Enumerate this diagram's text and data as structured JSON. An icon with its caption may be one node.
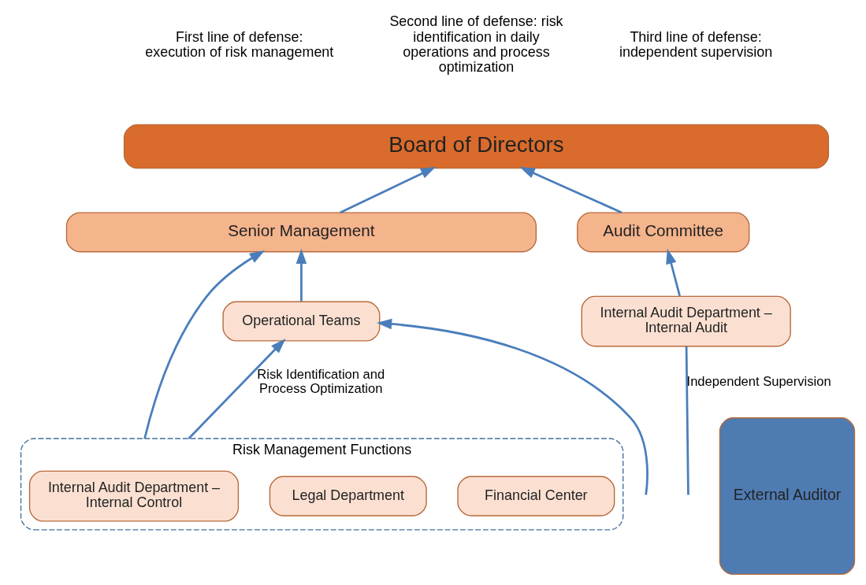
{
  "diagram": {
    "nodes": [
      {
        "text": [
          "Board of Directors"
        ]
      },
      {
        "text": [
          "Senior Management"
        ]
      },
      {
        "text": [
          "Audit Committee"
        ]
      },
      {
        "text": [
          "External Auditor"
        ]
      },
      {
        "text": [
          "Risk Management Functions"
        ]
      },
      {
        "text": [
          "Financial Center"
        ],
        "in": 4
      },
      {
        "text": [
          "Legal Department"
        ],
        "in": 4
      },
      {
        "text": [
          "Internal Audit Department – Internal Control"
        ],
        "in": 4
      },
      {
        "text": [
          "Operational Teams"
        ]
      },
      {
        "text": [
          "Internal Audit Department – Internal Audit"
        ]
      }
    ],
    "edges": [
      {
        "from": 1,
        "to": 0,
        "arrow": "to"
      },
      {
        "from": 9,
        "to": 2,
        "arrow": "to"
      },
      {
        "from": 2,
        "to": 0,
        "arrow": "to"
      },
      {
        "from": 4,
        "to": 1,
        "arrow": "to"
      },
      {
        "from": 8,
        "to": 1,
        "arrow": "to"
      },
      {
        "from": null,
        "to": 8,
        "arrow": "to"
      },
      {
        "from": 4,
        "to": 8,
        "arrow": "to",
        "label": "Risk Identification and Process Optimization"
      },
      {
        "from": 9,
        "to": null,
        "arrow": "none",
        "label": "Independent Supervision"
      }
    ],
    "labels": [
      "First line of defense: execution of risk management",
      "Second line of defense: risk identification in daily operations and process optimization",
      "Third line of defense: independent supervision"
    ]
  }
}
